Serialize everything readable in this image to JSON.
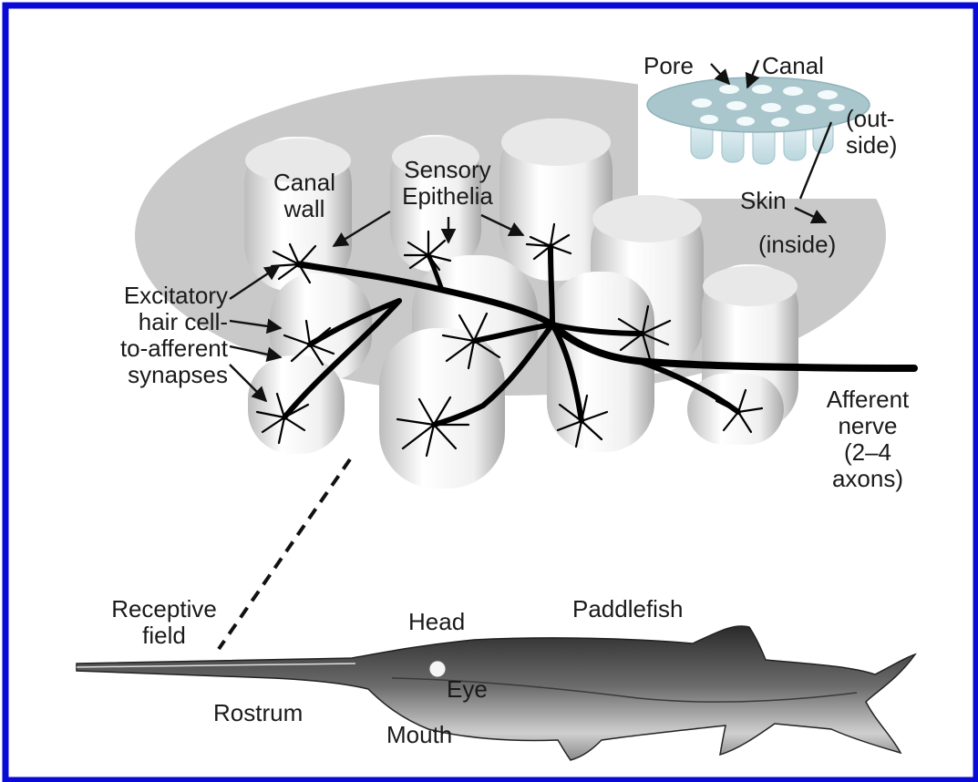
{
  "figure": {
    "border_color": "#0a0ad6",
    "labels": {
      "pore": "Pore",
      "canal": "Canal",
      "outside": [
        "(out-",
        "side)"
      ],
      "skin": "Skin",
      "inside": "(inside)",
      "canal_wall": [
        "Canal",
        "wall"
      ],
      "sensory_epithelia": [
        "Sensory",
        "Epithelia"
      ],
      "excitatory": [
        "Excitatory",
        "hair cell-",
        "to-afferent",
        "synapses"
      ],
      "afferent_nerve": [
        "Afferent",
        "nerve",
        "(2–4",
        "axons)"
      ],
      "receptive_field": [
        "Receptive",
        "field"
      ],
      "head": "Head",
      "paddlefish": "Paddlefish",
      "eye": "Eye",
      "rostrum": "Rostrum",
      "mouth": "Mouth"
    }
  }
}
